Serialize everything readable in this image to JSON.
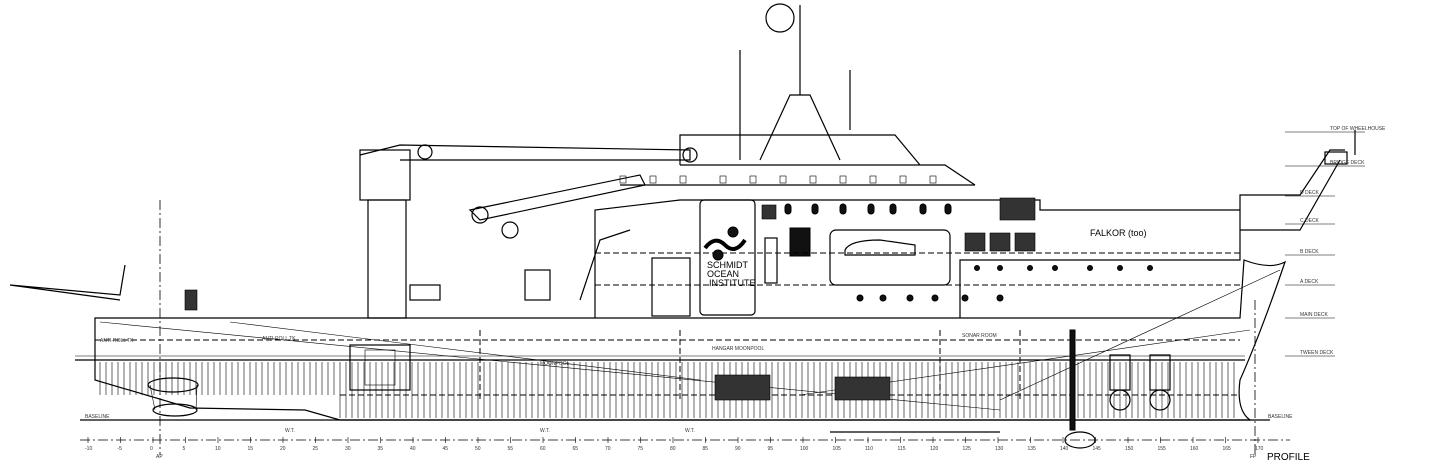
{
  "drawing": {
    "title": "PROFILE",
    "logo_text": [
      "SCHMIDT",
      "OCEAN",
      "INSTITUTE"
    ],
    "ship_name": "FALKOR (too)",
    "rooms": {
      "sonar_room": "SONAR ROOM",
      "anti_roll_tank_aft": "ANTI-ROLL TK",
      "anti_roll_tank_fwd": "ANTI-ROLL TK",
      "moonpool": "MOONPOOL",
      "hangar_moonpool": "HANGAR MOONPOOL"
    },
    "deck_levels": [
      {
        "name": "TOP OF WHEELHOUSE"
      },
      {
        "name": "BRIDGE DECK"
      },
      {
        "name": "D DECK"
      },
      {
        "name": "C DECK"
      },
      {
        "name": "B DECK"
      },
      {
        "name": "A DECK"
      },
      {
        "name": "MAIN DECK"
      },
      {
        "name": "TWEEN DECK"
      }
    ],
    "baseline_label": "BASELINE",
    "watertight_marks": [
      "W.T.",
      "W.T.",
      "W.T."
    ],
    "perpendiculars": {
      "aft": "AP",
      "fwd": "FP"
    },
    "frame_ticks": [
      "-10",
      "-5",
      "0",
      "5",
      "10",
      "15",
      "20",
      "25",
      "30",
      "35",
      "40",
      "45",
      "50",
      "55",
      "60",
      "65",
      "70",
      "75",
      "80",
      "85",
      "90",
      "95",
      "100",
      "105",
      "110",
      "115",
      "120",
      "125",
      "130",
      "135",
      "140",
      "145",
      "150",
      "155",
      "160",
      "165",
      "170"
    ]
  }
}
